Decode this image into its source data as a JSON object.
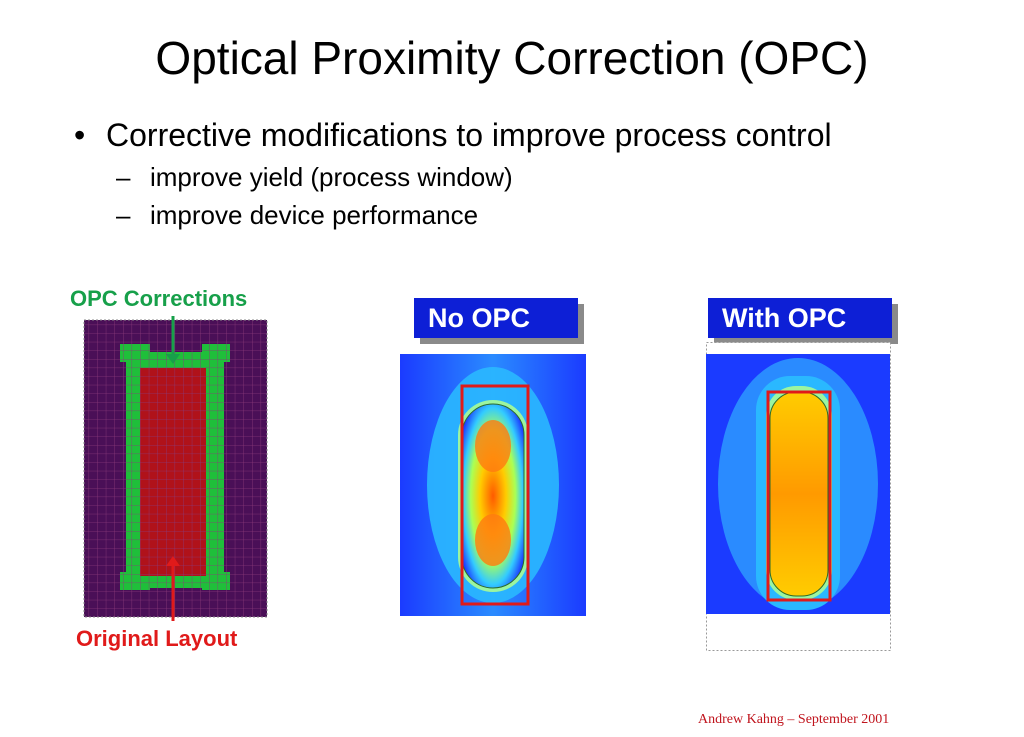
{
  "slide": {
    "title": "Optical Proximity Correction (OPC)",
    "bullet": "Corrective modifications to improve process control",
    "sub_bullets": [
      "improve yield (process window)",
      "improve device performance"
    ],
    "bullet_marker": "•",
    "sub_marker": "–"
  },
  "figure": {
    "label_corrections": "OPC Corrections",
    "label_original": "Original Layout",
    "tag_no_opc": "No OPC",
    "tag_with_opc": "With OPC"
  },
  "footer": "Andrew Kahng – September 2001",
  "colors": {
    "green_label": "#17a04a",
    "red_label": "#e01a1a",
    "tag_bg": "#0d1fd6",
    "layout_bg": "#4a0f57",
    "layout_fill": "#b0121a",
    "correction_fill": "#1fbf3a"
  }
}
